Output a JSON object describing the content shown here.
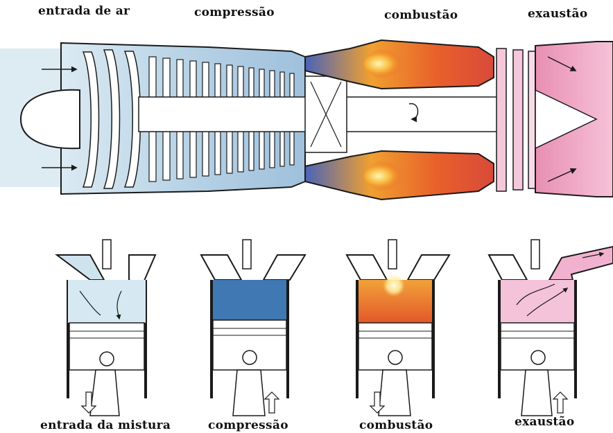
{
  "engine_labels": {
    "intake": "entrada de ar",
    "compression": "compressão",
    "combustion": "combustão",
    "exhaust": "exaustão"
  },
  "piston_labels": {
    "intake": "entrada da mistura",
    "compression": "compressão",
    "combustion": "combustão",
    "exhaust": "exaustão"
  },
  "colors": {
    "intake_air": "#cfe3ee",
    "compression_blue": "#3f78b2",
    "combustion_orange": "#e5732e",
    "exhaust_pink": "#f2b2cf",
    "outline": "#1a1a1a"
  }
}
